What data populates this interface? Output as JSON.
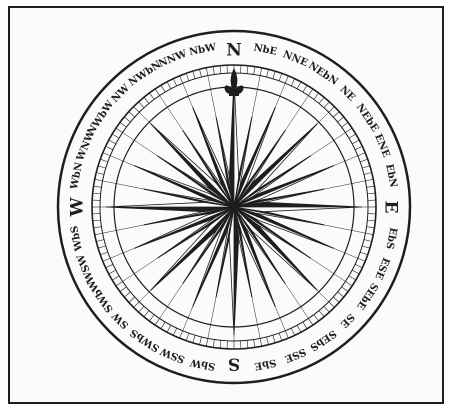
{
  "compass": {
    "points": [
      "N",
      "NbE",
      "NNE",
      "NEbN",
      "NE",
      "NEbE",
      "ENE",
      "EbN",
      "E",
      "EbS",
      "ESE",
      "SEbE",
      "SE",
      "SEbS",
      "SSE",
      "SbE",
      "S",
      "SbW",
      "SSW",
      "SWbS",
      "SW",
      "SWbW",
      "WSW",
      "WbS",
      "W",
      "WbN",
      "WNW",
      "NWbW",
      "NW",
      "NWbN",
      "NNW",
      "NbW"
    ],
    "cardinals": [
      "N",
      "E",
      "S",
      "W"
    ],
    "colors": {
      "ink": "#1e1e1e",
      "paper": "#fbfbfb"
    }
  }
}
